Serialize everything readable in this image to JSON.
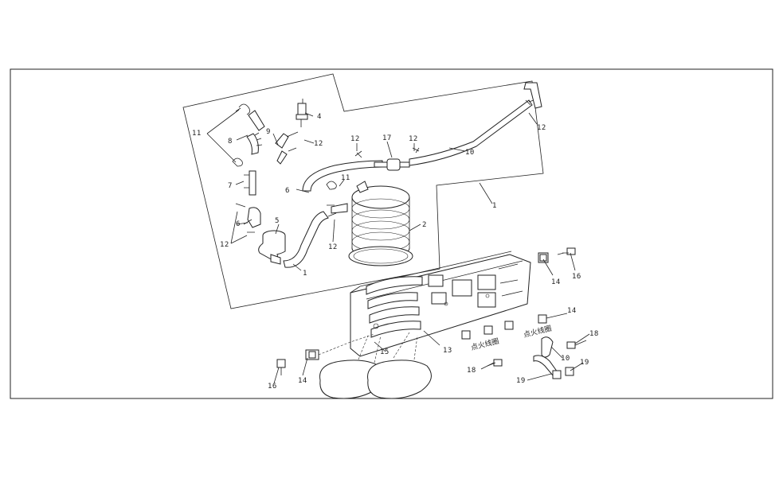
{
  "callouts": [
    {
      "id": "c11a",
      "text": "11"
    },
    {
      "id": "c8",
      "text": "8"
    },
    {
      "id": "c9",
      "text": "9"
    },
    {
      "id": "c4",
      "text": "4"
    },
    {
      "id": "c12a",
      "text": "12"
    },
    {
      "id": "c7",
      "text": "7"
    },
    {
      "id": "c12b",
      "text": "12"
    },
    {
      "id": "c17",
      "text": "17"
    },
    {
      "id": "c12c",
      "text": "12"
    },
    {
      "id": "c10a",
      "text": "10"
    },
    {
      "id": "c12d",
      "text": "12"
    },
    {
      "id": "c11b",
      "text": "11"
    },
    {
      "id": "c6a",
      "text": "6"
    },
    {
      "id": "c1a",
      "text": "1"
    },
    {
      "id": "c6b",
      "text": "6"
    },
    {
      "id": "c5",
      "text": "5"
    },
    {
      "id": "c2",
      "text": "2"
    },
    {
      "id": "c12e",
      "text": "12"
    },
    {
      "id": "c12f",
      "text": "12"
    },
    {
      "id": "c1b",
      "text": "1"
    },
    {
      "id": "c14a",
      "text": "14"
    },
    {
      "id": "c16a",
      "text": "16"
    },
    {
      "id": "c14b",
      "text": "14"
    },
    {
      "id": "c18a",
      "text": "18"
    },
    {
      "id": "c13",
      "text": "13"
    },
    {
      "id": "c15",
      "text": "15"
    },
    {
      "id": "c10b",
      "text": "10"
    },
    {
      "id": "c19a",
      "text": "19"
    },
    {
      "id": "c19b",
      "text": "19"
    },
    {
      "id": "c18b",
      "text": "18"
    },
    {
      "id": "c16b",
      "text": "16"
    },
    {
      "id": "c14c",
      "text": "14"
    }
  ],
  "annotations": {
    "ignition_coil_a": "点火线圈",
    "ignition_coil_b": "点火线圈"
  }
}
